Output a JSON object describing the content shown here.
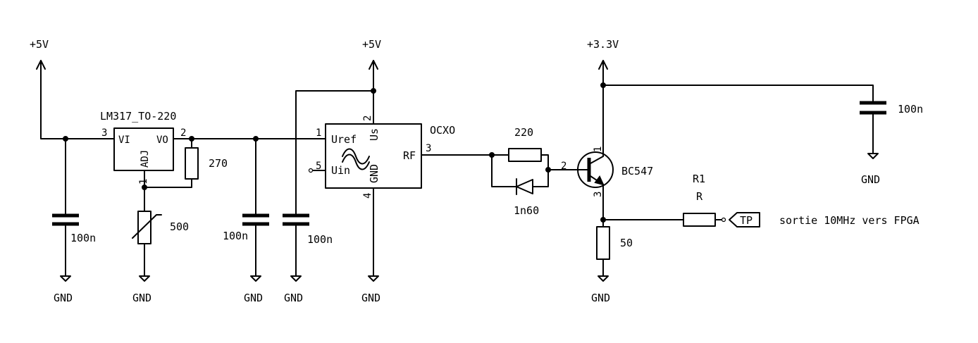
{
  "power": {
    "p5v_a": "+5V",
    "p5v_b": "+5V",
    "p3v3": "+3.3V"
  },
  "ground_label": "GND",
  "regulator": {
    "ref": "LM317_TO-220",
    "pin_vi": "VI",
    "pin_vo": "VO",
    "pin_adj": "ADJ",
    "num_in": "3",
    "num_out": "2",
    "num_adj": "1"
  },
  "resistors": {
    "r_270": "270",
    "pot_500": "500",
    "r_220": "220",
    "r_50": "50",
    "r1_ref": "R1",
    "r1_val": "R"
  },
  "capacitors": {
    "c1": "100n",
    "c2": "100n",
    "c3": "100n",
    "c4": "100n"
  },
  "oscillator": {
    "ref": "OCXO",
    "pin_uref": "Uref",
    "pin_us": "Us",
    "pin_rf": "RF",
    "pin_uin": "Uin",
    "pin_gnd": "GND",
    "num_uref": "1",
    "num_us": "2",
    "num_rf": "3",
    "num_gnd": "4",
    "num_uin": "5"
  },
  "diode": {
    "value": "1n60"
  },
  "transistor": {
    "ref": "BC547",
    "num_c": "1",
    "num_b": "2",
    "num_e": "3"
  },
  "test_point": {
    "label": "TP",
    "description": "sortie 10MHz vers FPGA"
  }
}
